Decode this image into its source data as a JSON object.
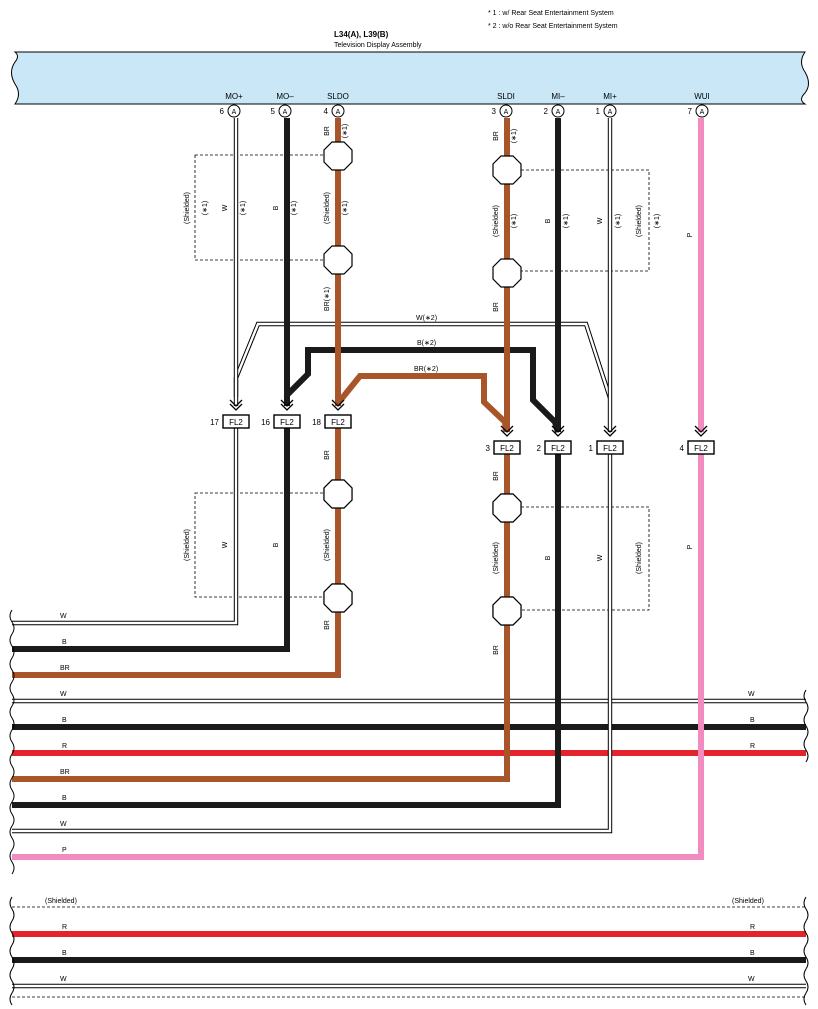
{
  "notes": [
    "* 1 : w/ Rear Seat Entertainment System",
    "* 2 : w/o Rear Seat Entertainment System"
  ],
  "assembly": {
    "code": "L34(A), L39(B)",
    "name": "Television Display Assembly"
  },
  "colors": {
    "assembly_fill": "#c9e7f6",
    "W": "#ffffff",
    "B": "#1a1a1a",
    "BR": "#a9552a",
    "R": "#e3242b",
    "P": "#f28cc0"
  },
  "pins": [
    {
      "id": "mo-plus",
      "label": "MO+",
      "num": "6",
      "conn": "A"
    },
    {
      "id": "mo-minus",
      "label": "MO–",
      "num": "5",
      "conn": "A"
    },
    {
      "id": "sldo",
      "label": "SLDO",
      "num": "4",
      "conn": "A"
    },
    {
      "id": "sldi",
      "label": "SLDI",
      "num": "3",
      "conn": "A"
    },
    {
      "id": "mi-minus",
      "label": "MI–",
      "num": "2",
      "conn": "A"
    },
    {
      "id": "mi-plus",
      "label": "MI+",
      "num": "1",
      "conn": "A"
    },
    {
      "id": "wui",
      "label": "WUI",
      "num": "7",
      "conn": "A"
    }
  ],
  "fl2": [
    {
      "id": "fl2-17",
      "num": "17",
      "label": "FL2"
    },
    {
      "id": "fl2-16",
      "num": "16",
      "label": "FL2"
    },
    {
      "id": "fl2-18",
      "num": "18",
      "label": "FL2"
    },
    {
      "id": "fl2-3",
      "num": "3",
      "label": "FL2"
    },
    {
      "id": "fl2-2",
      "num": "2",
      "label": "FL2"
    },
    {
      "id": "fl2-1",
      "num": "1",
      "label": "FL2"
    },
    {
      "id": "fl2-4",
      "num": "4",
      "label": "FL2"
    }
  ],
  "labels": {
    "star1": "(∗1)",
    "shielded": "(Shielded)",
    "W": "W",
    "B": "B",
    "BR": "BR",
    "P": "P",
    "R": "R",
    "br_star1": "BR(∗1)",
    "w_star2": "W(∗2)",
    "b_star2": "B(∗2)",
    "br_star2": "BR(∗2)"
  },
  "bus_left": [
    "W",
    "B",
    "BR",
    "W",
    "B",
    "R",
    "BR",
    "B",
    "W",
    "P"
  ],
  "bus_right": [
    "W",
    "B",
    "R"
  ],
  "bottom": {
    "shielded_left": "(Shielded)",
    "shielded_right": "(Shielded)",
    "rows": [
      "R",
      "B",
      "W"
    ]
  }
}
